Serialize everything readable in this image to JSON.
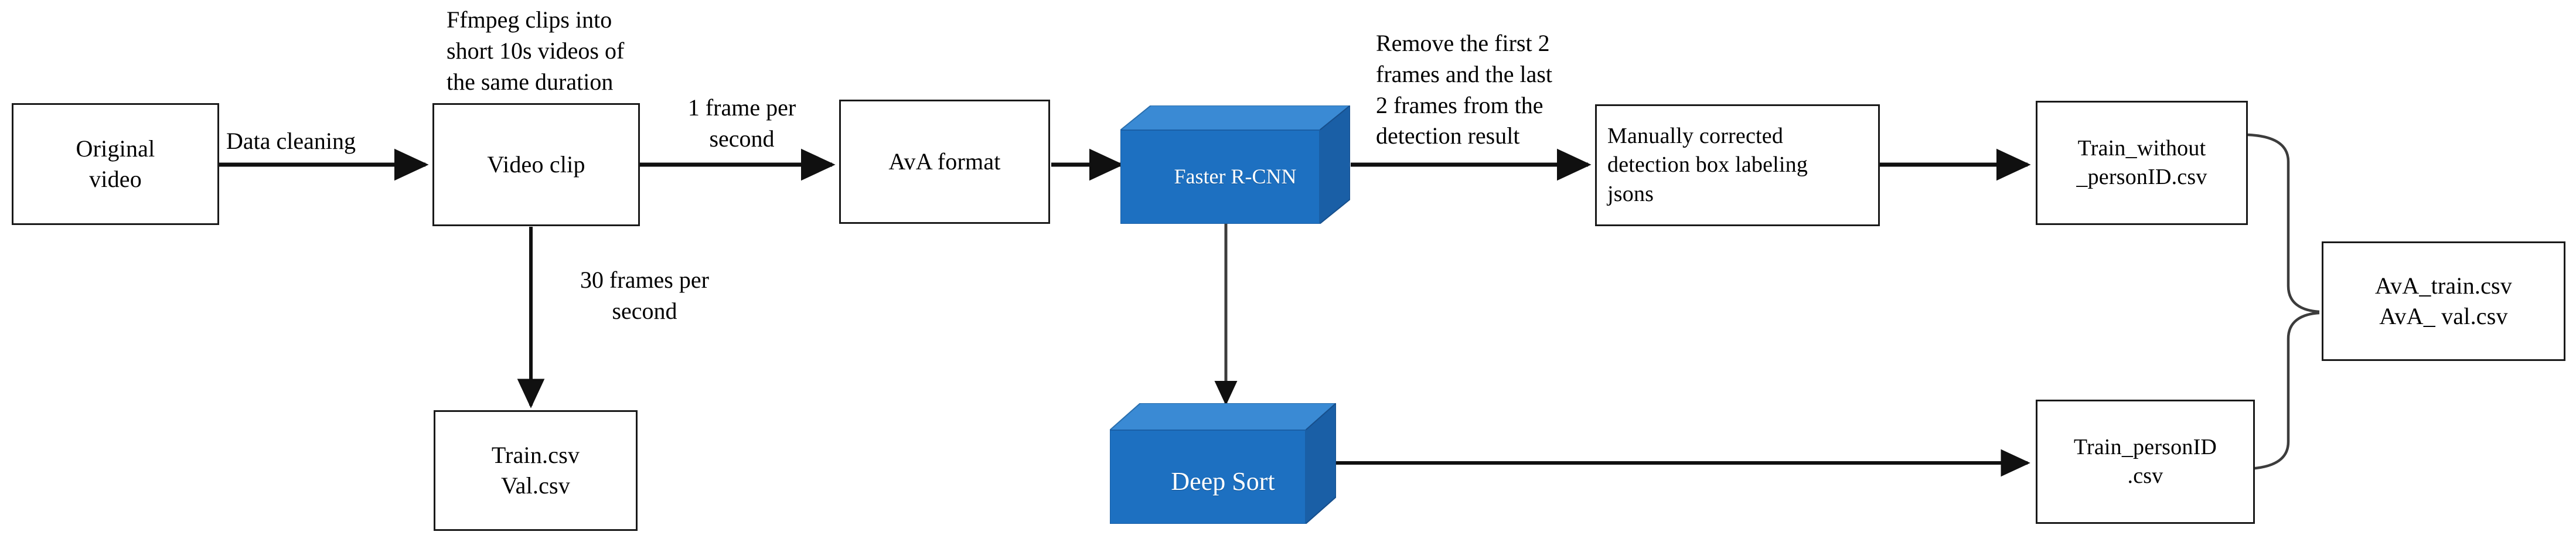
{
  "diagram": {
    "title": "Dataset preparation pipeline flowchart",
    "colors": {
      "cube_front": "#1d70c1",
      "cube_top": "#3a8ad4",
      "cube_side": "#1a5fa6",
      "box_border": "#1a1a1a",
      "connector": "#1a1a1a",
      "background": "#ffffff",
      "cube_text": "#ffffff"
    },
    "nodes": [
      {
        "id": "original-video",
        "label": "Original\nvideo",
        "shape": "rect"
      },
      {
        "id": "video-clip",
        "label": "Video clip",
        "shape": "rect"
      },
      {
        "id": "ava-format",
        "label": "AvA  format",
        "shape": "rect"
      },
      {
        "id": "faster-rcnn",
        "label": "Faster R-CNN",
        "shape": "cube"
      },
      {
        "id": "manually-corrected",
        "label": "Manually corrected\ndetection box labeling\njsons",
        "shape": "rect"
      },
      {
        "id": "train-without-personid",
        "label": "Train_without\n_personID.csv",
        "shape": "rect"
      },
      {
        "id": "ava-train-val",
        "label": "AvA_train.csv\nAvA_ val.csv",
        "shape": "rect"
      },
      {
        "id": "train-val-csv",
        "label": "Train.csv\nVal.csv",
        "shape": "rect"
      },
      {
        "id": "deep-sort",
        "label": "Deep Sort",
        "shape": "cube"
      },
      {
        "id": "train-personid",
        "label": "Train_personID\n.csv",
        "shape": "rect"
      }
    ],
    "edges": [
      {
        "id": "e1",
        "from": "original-video",
        "to": "video-clip",
        "label": "Data cleaning"
      },
      {
        "id": "e2",
        "from": "video-clip",
        "to": "ava-format",
        "label": "1 frame per\nsecond"
      },
      {
        "id": "e3",
        "from": "ava-format",
        "to": "faster-rcnn",
        "label": ""
      },
      {
        "id": "e4",
        "from": "faster-rcnn",
        "to": "manually-corrected",
        "label": "Remove the first 2\nframes and the last\n2 frames from the\ndetection result"
      },
      {
        "id": "e5",
        "from": "manually-corrected",
        "to": "train-without-personid",
        "label": ""
      },
      {
        "id": "e6",
        "from": "video-clip",
        "to": "train-val-csv",
        "label": "30 frames per\nsecond"
      },
      {
        "id": "e7",
        "from": "faster-rcnn",
        "to": "deep-sort",
        "label": ""
      },
      {
        "id": "e8",
        "from": "deep-sort",
        "to": "train-personid",
        "label": ""
      },
      {
        "id": "e9",
        "from": "train-without-personid, train-personid",
        "to": "ava-train-val",
        "label": ""
      }
    ],
    "annotations": {
      "ffmpeg_note": "Ffmpeg clips into\nshort 10s videos of\nthe same duration"
    }
  }
}
